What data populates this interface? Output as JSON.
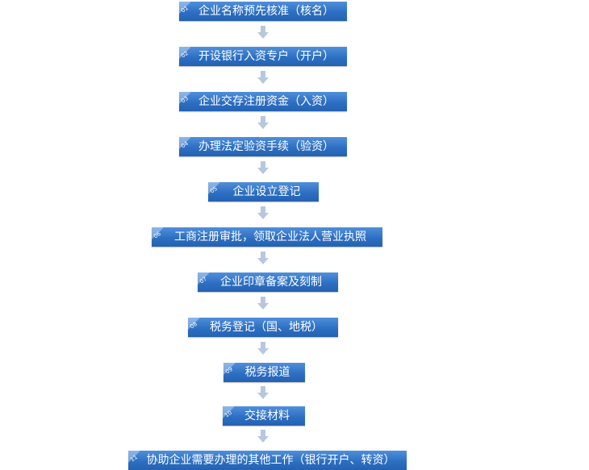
{
  "steps": [
    {
      "num": "01",
      "label": "企业名称预先核准（核名）"
    },
    {
      "num": "02",
      "label": "开设银行入资专户（开户）"
    },
    {
      "num": "03",
      "label": "企业交存注册资金（入资）"
    },
    {
      "num": "04",
      "label": "办理法定验资手续（验资）"
    },
    {
      "num": "05",
      "label": "企业设立登记"
    },
    {
      "num": "06",
      "label": "工商注册审批，领取企业法人营业执照"
    },
    {
      "num": "07",
      "label": "企业印章备案及刻制"
    },
    {
      "num": "08",
      "label": "税务登记（国、地税）"
    },
    {
      "num": "09",
      "label": "税务报道"
    },
    {
      "num": "10",
      "label": "交接材料"
    },
    {
      "num": "11",
      "label": "协助企业需要办理的其他工作（银行开户、转资）"
    }
  ],
  "colors": {
    "box": "#2d6fc2",
    "arrow": "#b7c7e0",
    "text": "#ffffff"
  }
}
